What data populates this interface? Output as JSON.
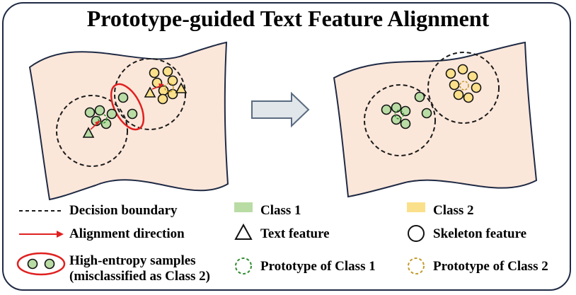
{
  "title": "Prototype-guided Text Feature Alignment",
  "colors": {
    "class1_fill": "#b9dca5",
    "class2_fill": "#fbe08b",
    "manifold_fill": "#fbe7da",
    "prototype1": "#2e8b2e",
    "prototype2": "#c29a2a",
    "alignment": "#e02020",
    "frame": "#1f2a44",
    "arrow_fill": "#e1e6ea",
    "arrow_stroke": "#5a6b80"
  },
  "legend": {
    "decision_boundary": "Decision boundary",
    "alignment_direction": "Alignment direction",
    "high_entropy_line1": "High-entropy samples",
    "high_entropy_line2": "(misclassified as Class 2)",
    "class1": "Class 1",
    "class2": "Class 2",
    "text_feature": "Text feature",
    "skeleton_feature": "Skeleton feature",
    "prototype_class1": "Prototype of Class 1",
    "prototype_class2": "Prototype of Class 2"
  }
}
